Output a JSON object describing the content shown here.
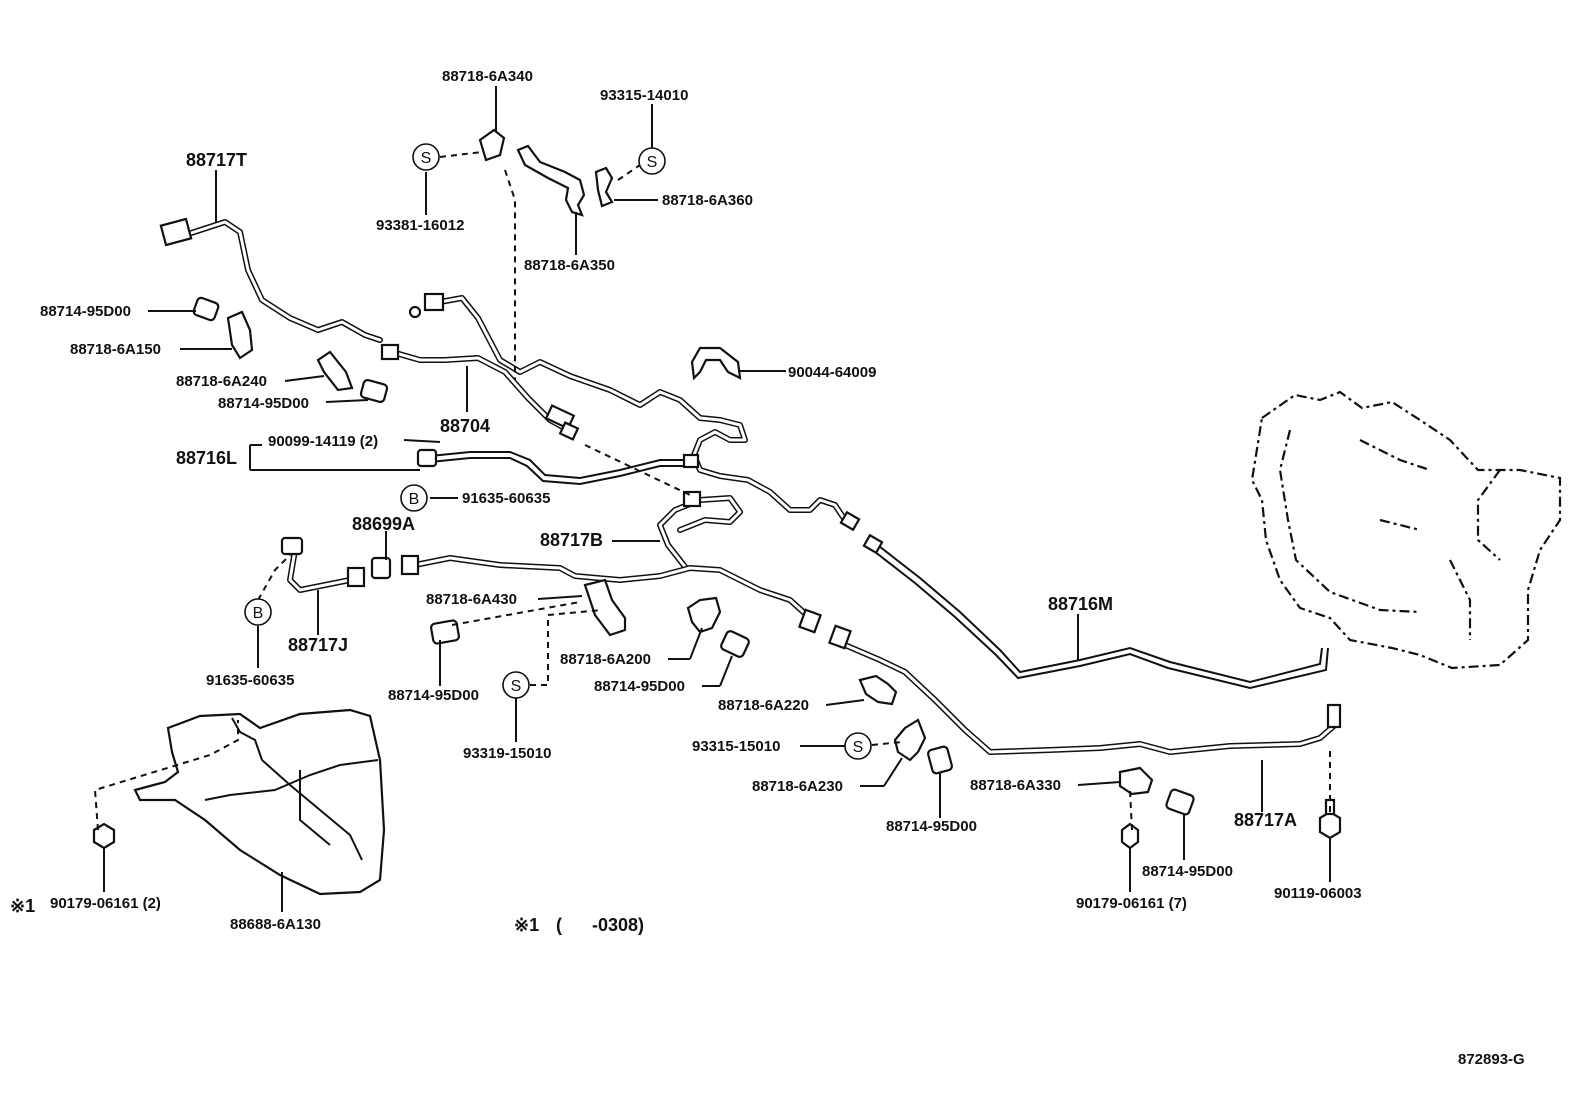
{
  "diagram_id": "872893-G",
  "note": {
    "mark": "※1",
    "range": "(      -0308)"
  },
  "symbols": {
    "s": "S",
    "b": "B"
  },
  "labels": {
    "p88718_6A340": "88718-6A340",
    "p93315_14010_top": "93315-14010",
    "p88717T": "88717T",
    "p93381_16012": "93381-16012",
    "p88718_6A360": "88718-6A360",
    "p88718_6A350": "88718-6A350",
    "p88714_95D00_a": "88714-95D00",
    "p88718_6A150": "88718-6A150",
    "p88718_6A240": "88718-6A240",
    "p88714_95D00_b": "88714-95D00",
    "p90044_64009": "90044-64009",
    "p88704": "88704",
    "p90099_14119": "90099-14119 (2)",
    "p88716L": "88716L",
    "p91635_60635_a": "91635-60635",
    "p88699A": "88699A",
    "p88717B": "88717B",
    "p88718_6A430": "88718-6A430",
    "p88717J": "88717J",
    "p88716M": "88716M",
    "p88718_6A200": "88718-6A200",
    "p88714_95D00_c": "88714-95D00",
    "p88714_95D00_d": "88714-95D00",
    "p91635_60635_b": "91635-60635",
    "p88718_6A220": "88718-6A220",
    "p93319_15010": "93319-15010",
    "p93315_15010": "93315-15010",
    "p88718_6A230": "88718-6A230",
    "p88718_6A330": "88718-6A330",
    "p88714_95D00_e": "88714-95D00",
    "p88717A": "88717A",
    "p88714_95D00_f": "88714-95D00",
    "p90179_06161_a": "90179-06161 (2)",
    "p88688_6A130": "88688-6A130",
    "p90179_06161_b": "90179-06161 (7)",
    "p90119_06003": "90119-06003"
  }
}
